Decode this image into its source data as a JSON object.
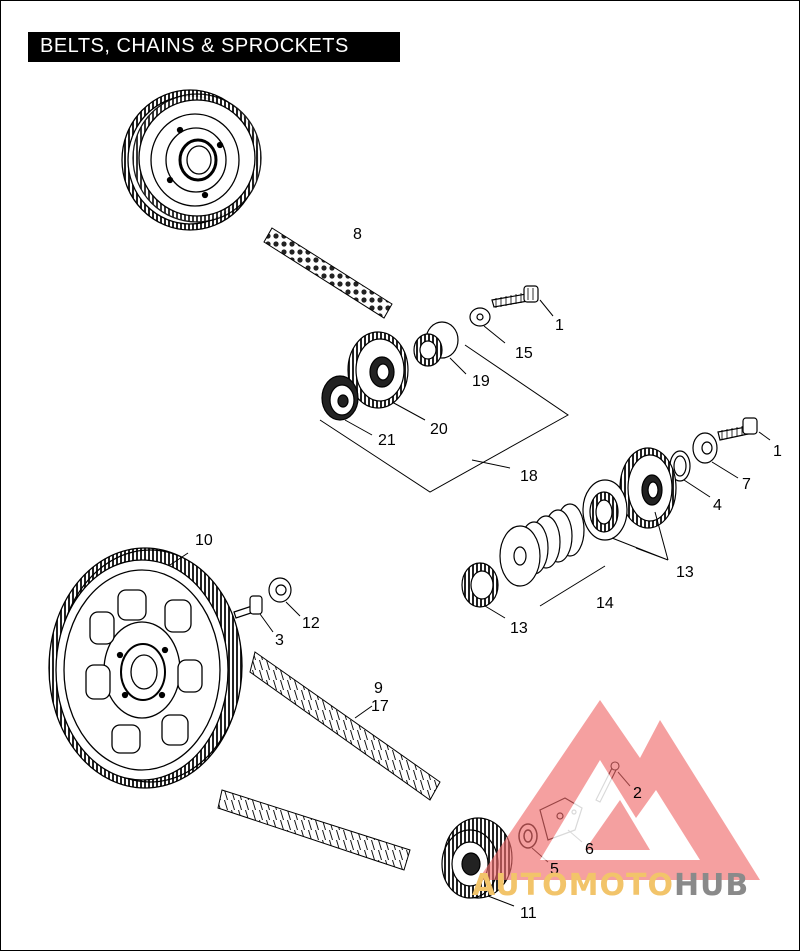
{
  "title": "BELTS, CHAINS & SPROCKETS",
  "callouts": [
    {
      "id": "c1a",
      "text": "1"
    },
    {
      "id": "c1b",
      "text": "1"
    },
    {
      "id": "c2",
      "text": "2"
    },
    {
      "id": "c3",
      "text": "3"
    },
    {
      "id": "c4",
      "text": "4"
    },
    {
      "id": "c5",
      "text": "5"
    },
    {
      "id": "c6",
      "text": "6"
    },
    {
      "id": "c7",
      "text": "7"
    },
    {
      "id": "c8",
      "text": "8"
    },
    {
      "id": "c9",
      "text": "9"
    },
    {
      "id": "c10",
      "text": "10"
    },
    {
      "id": "c11",
      "text": "11"
    },
    {
      "id": "c12",
      "text": "12"
    },
    {
      "id": "c13a",
      "text": "13"
    },
    {
      "id": "c13b",
      "text": "13"
    },
    {
      "id": "c14",
      "text": "14"
    },
    {
      "id": "c15",
      "text": "15"
    },
    {
      "id": "c17",
      "text": "17"
    },
    {
      "id": "c18",
      "text": "18"
    },
    {
      "id": "c19",
      "text": "19"
    },
    {
      "id": "c20",
      "text": "20"
    },
    {
      "id": "c21",
      "text": "21"
    }
  ],
  "watermark": {
    "part1": "AUTO",
    "part2": "MOTO",
    "part3": "HUB",
    "color_auto": "#f2c46a",
    "color_moto": "#f2c46a",
    "color_hub": "#8a8a8a",
    "triangle_color": "#ef6b6b"
  }
}
